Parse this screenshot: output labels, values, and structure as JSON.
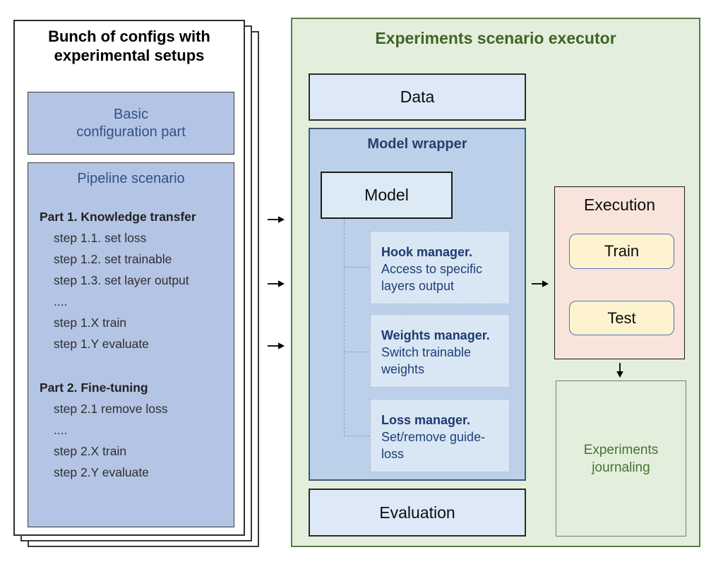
{
  "left_stack": {
    "title_lines": [
      "Bunch of configs with",
      "experimental setups"
    ],
    "basic_box_lines": [
      "Basic",
      "configuration  part"
    ],
    "pipeline": {
      "title": "Pipeline scenario",
      "part1_heading": "Part 1. Knowledge transfer",
      "part1_steps": [
        "step 1.1. set loss",
        "step 1.2. set trainable",
        "step 1.3. set layer output",
        "....",
        "step 1.X train",
        "step 1.Y evaluate"
      ],
      "part2_heading": "Part 2. Fine-tuning",
      "part2_steps": [
        "step 2.1 remove loss",
        "....",
        "step 2.X train",
        "step 2.Y evaluate"
      ]
    }
  },
  "executor": {
    "title": "Experiments scenario executor",
    "data_label": "Data",
    "model_wrapper": {
      "title": "Model wrapper",
      "model_label": "Model",
      "managers": [
        {
          "bold": "Hook manager.",
          "rest": " Access to specific layers output"
        },
        {
          "bold": "Weights manager.",
          "rest": " Switch trainable weights"
        },
        {
          "bold": "Loss manager.",
          "rest": " Set/remove guide-loss"
        }
      ]
    },
    "evaluation_label": "Evaluation",
    "execution": {
      "title": "Execution",
      "train_label": "Train",
      "test_label": "Test"
    },
    "journaling_lines": [
      "Experiments",
      "journaling"
    ]
  },
  "icons": {
    "flow_arrow": "right-arrow →",
    "execution_flow_arrow": "right-arrow →",
    "journal_arrow": "down-arrow ↓"
  },
  "colors": {
    "config_blue": "#b4c4e4",
    "navy_text": "#32508a",
    "executor_green_bg": "#e3efdc",
    "executor_green_border": "#5a7d44",
    "executor_green_text": "#3f6428",
    "light_blue_box": "#dde9f6",
    "wrapper_blue": "#bcd1e9",
    "manager_blue": "#d9e6f4",
    "execution_peach": "#f8e4da",
    "pill_yellow": "#fdf3cf",
    "pill_border_blue": "#4f74b8",
    "arrow_black": "#000000"
  }
}
